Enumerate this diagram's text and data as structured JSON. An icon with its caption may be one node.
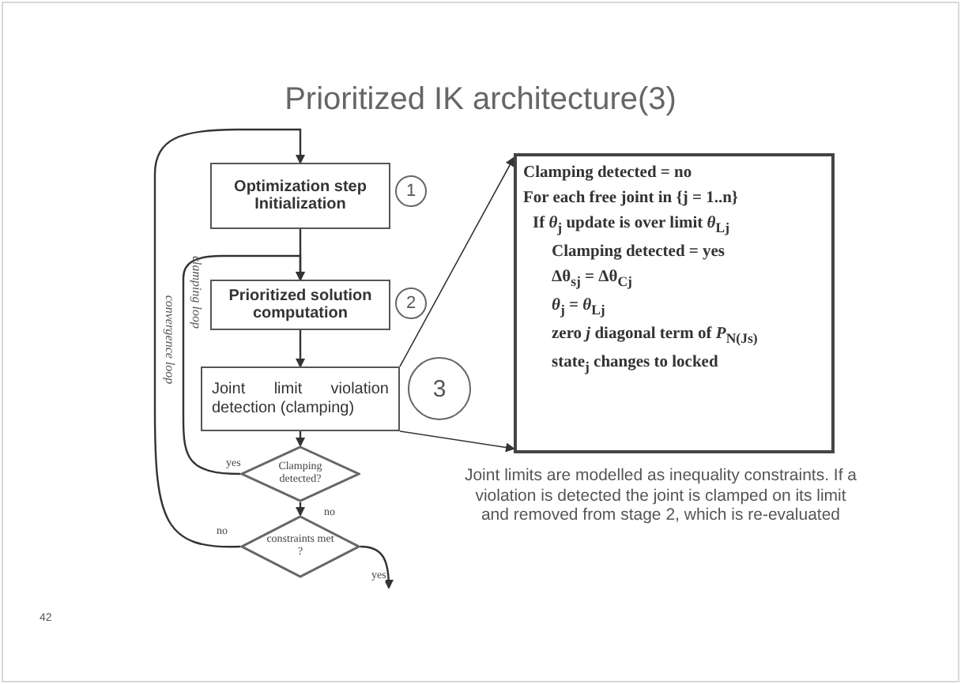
{
  "diagram": {
    "title": "Prioritized IK architecture(3)",
    "nodes": [
      {
        "text": [
          "Optimization step Initialization"
        ]
      },
      {
        "text": [
          "1"
        ]
      },
      {
        "text": [
          "Prioritized solution computation"
        ]
      },
      {
        "text": [
          "2"
        ]
      },
      {
        "text": [
          "Joint limit violation detection (clamping)"
        ]
      },
      {
        "text": [
          "3"
        ]
      },
      {
        "text": [
          "Clamping detected?"
        ]
      },
      {
        "text": [
          "constraints met ?"
        ]
      },
      {
        "text": [
          "Clamping detected = no",
          "For each free joint in {j = 1..n}",
          "If *θ*$_{j}$ update is over limit *θ*$_{Lj}$",
          "Clamping detected = yes",
          "Δθ$_{sj}$ = Δθ$_{Cj}$",
          "*θ*$_{j}$ = *θ*$_{Lj}$",
          "zero *j* diagonal term of *P*$_{N(Js)}$",
          "state$_{j}$ changes to locked"
        ]
      }
    ],
    "edges": [
      {
        "from": 7,
        "to": 0,
        "arrow": "to",
        "label": "no"
      },
      {
        "from": 0,
        "to": 2,
        "arrow": "to"
      },
      {
        "from": 6,
        "to": 2,
        "arrow": "to",
        "label": "yes"
      },
      {
        "from": 2,
        "to": 4,
        "arrow": "to"
      },
      {
        "from": 4,
        "to": 6,
        "arrow": "to"
      },
      {
        "from": 6,
        "to": 7,
        "arrow": "to",
        "label": "no"
      },
      {
        "from": 7,
        "to": null,
        "arrow": "to",
        "label": "yes"
      },
      {
        "from": 4,
        "to": 8,
        "arrow": "to"
      },
      {
        "from": 4,
        "to": 8,
        "arrow": "to"
      }
    ],
    "labels": [
      "convergence loop",
      "clamping loop",
      "Joint limits are modelled as inequality constraints. If a violation is detected the joint is clamped on its limit and removed from stage 2, which is re-evaluated",
      "42"
    ]
  }
}
